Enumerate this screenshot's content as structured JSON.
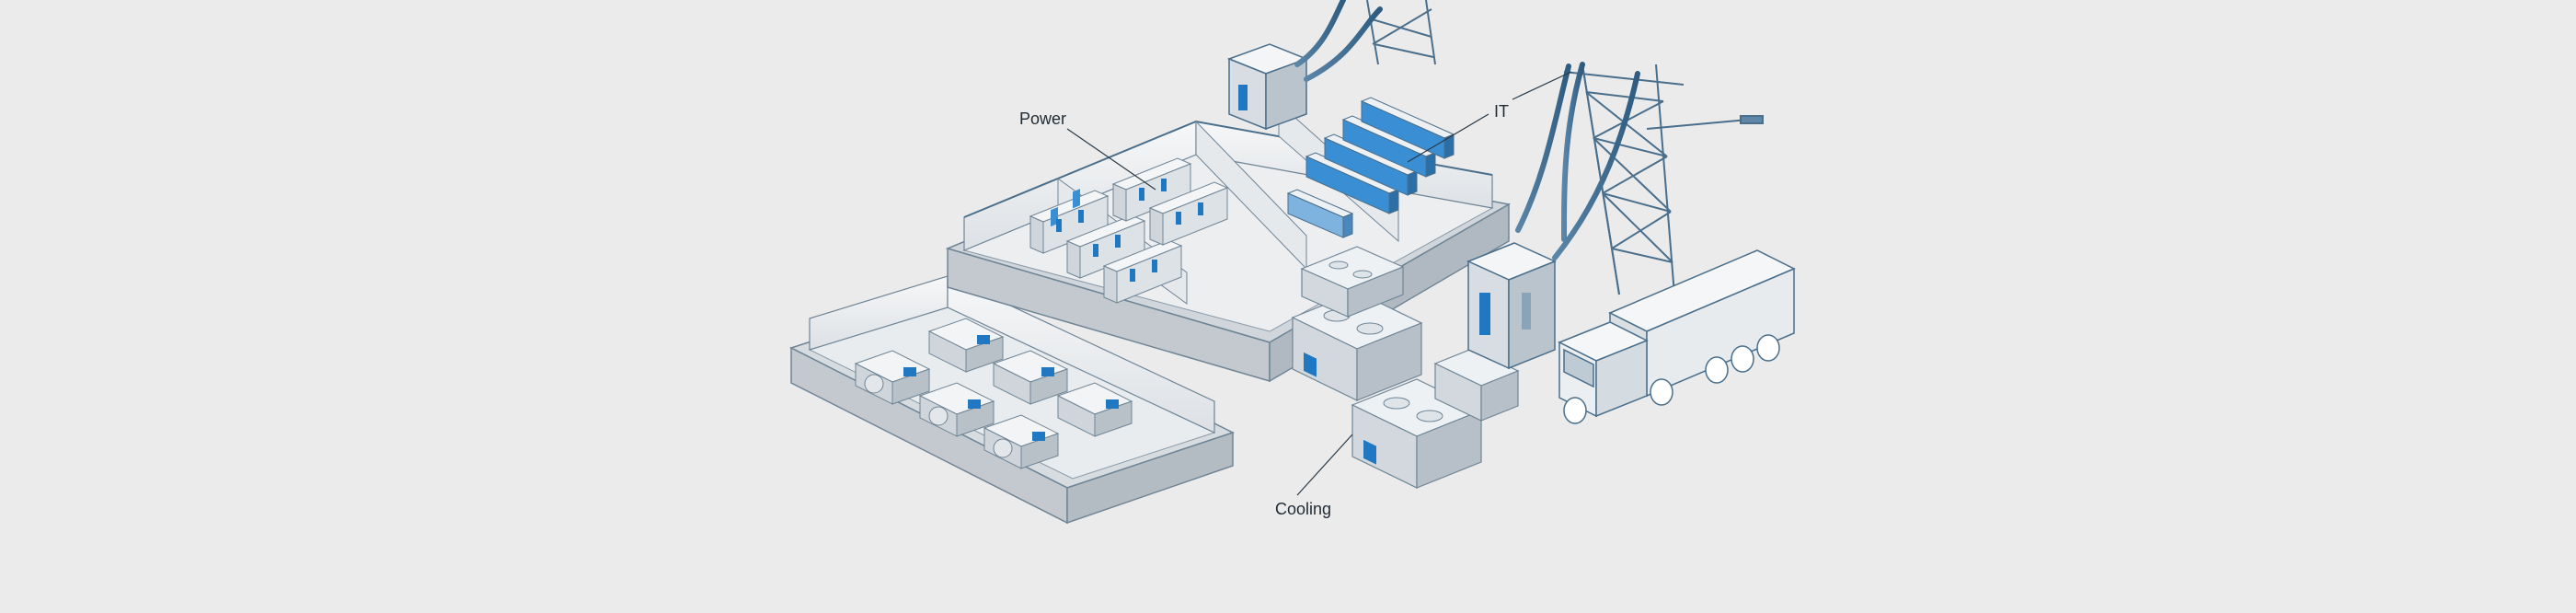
{
  "labels": {
    "power": "Power",
    "it": "IT",
    "cooling": "Cooling"
  },
  "colors": {
    "background": "#ebebeb",
    "wall": "#f4f5f6",
    "wall_shadow": "#c9ced3",
    "outline": "#6f8596",
    "accent_blue": "#1f78c1",
    "rack_blue": "#3a8fd4",
    "dark_blue": "#4a6f8c",
    "label_text": "#1f2a33"
  }
}
